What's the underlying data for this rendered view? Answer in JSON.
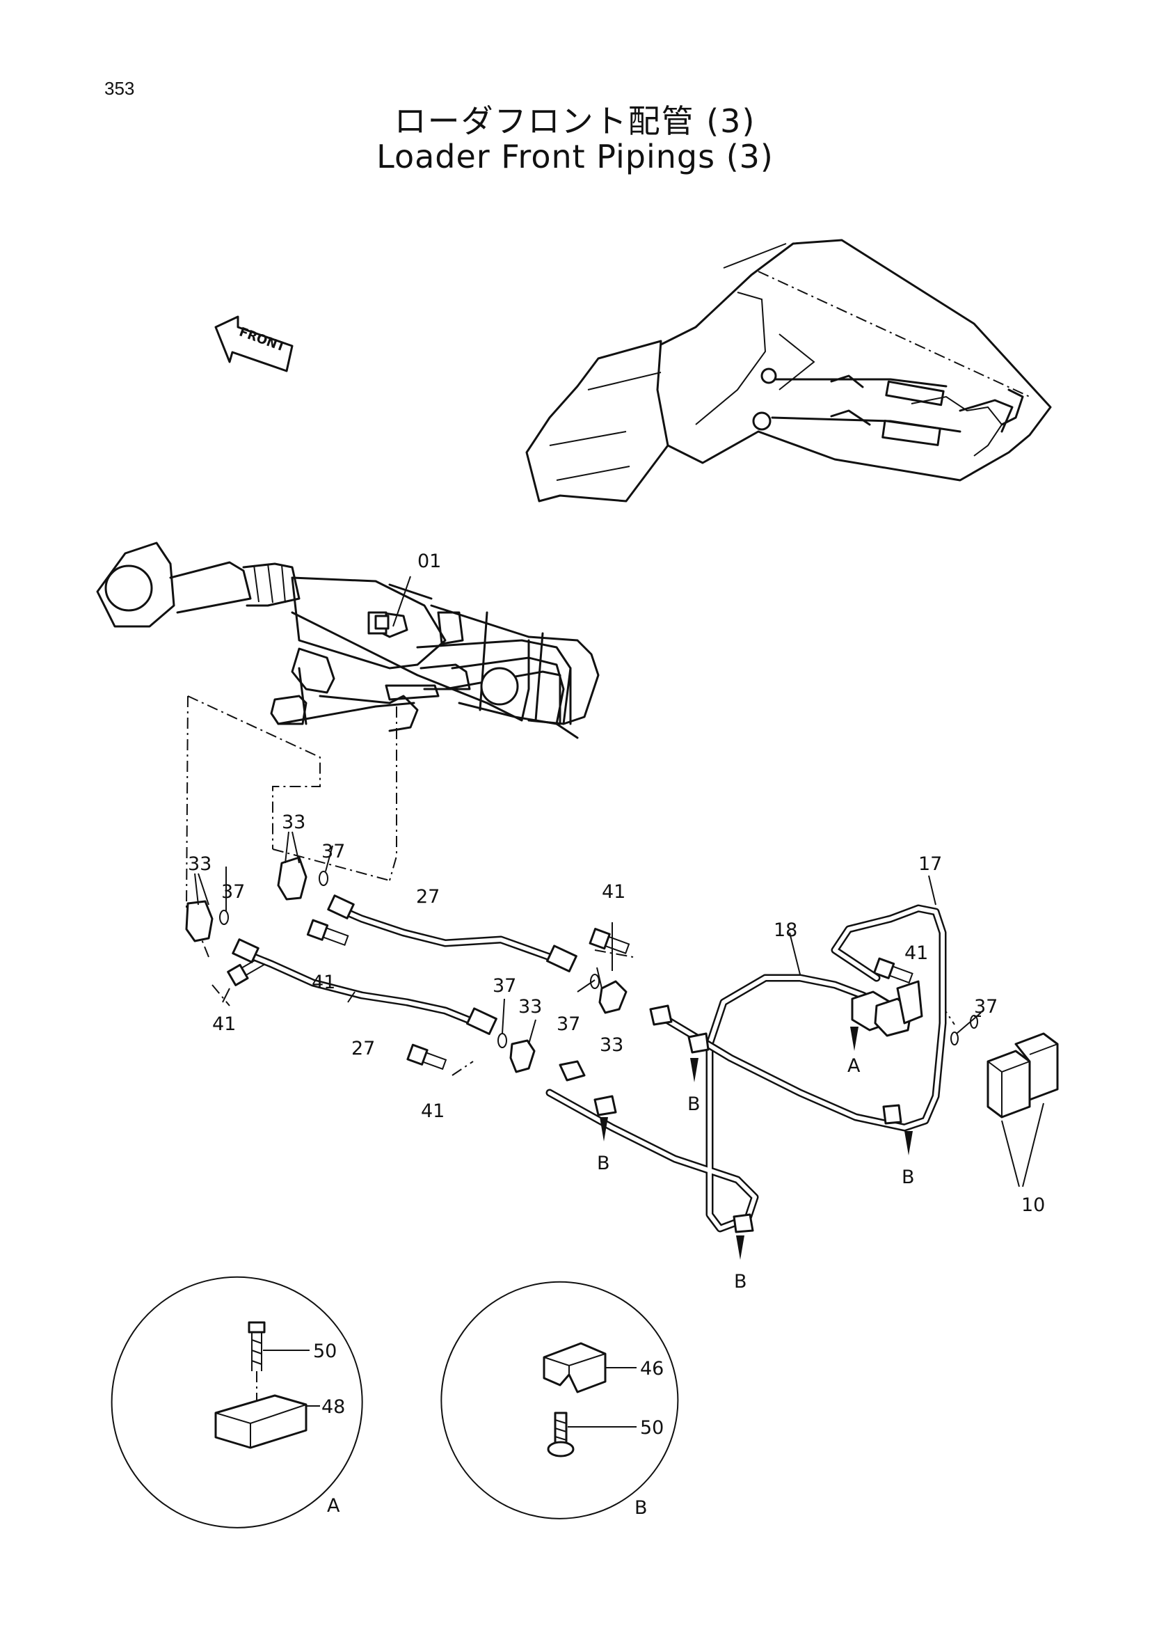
{
  "page": {
    "number": "353"
  },
  "title": {
    "jp": "ローダフロント配管 (3)",
    "en": "Loader Front Pipings (3)"
  },
  "front_arrow": {
    "label": "FRONT"
  },
  "callouts": {
    "c01": "01",
    "c33a": "33",
    "c33b": "33",
    "c33c": "33",
    "c33d": "33",
    "c37a": "37",
    "c37b": "37",
    "c37c": "37",
    "c37d": "37",
    "c37e": "37",
    "c41a": "41",
    "c41b": "41",
    "c41c": "41",
    "c41d": "41",
    "c41e": "41",
    "c27a": "27",
    "c27b": "27",
    "c18": "18",
    "c17": "17",
    "c10": "10",
    "cA": "A",
    "cB1": "B",
    "cB2": "B",
    "cB3": "B",
    "cB4": "B"
  },
  "detail_a": {
    "label": "A",
    "c50": "50",
    "c48": "48"
  },
  "detail_b": {
    "label": "B",
    "c46": "46",
    "c50": "50"
  }
}
